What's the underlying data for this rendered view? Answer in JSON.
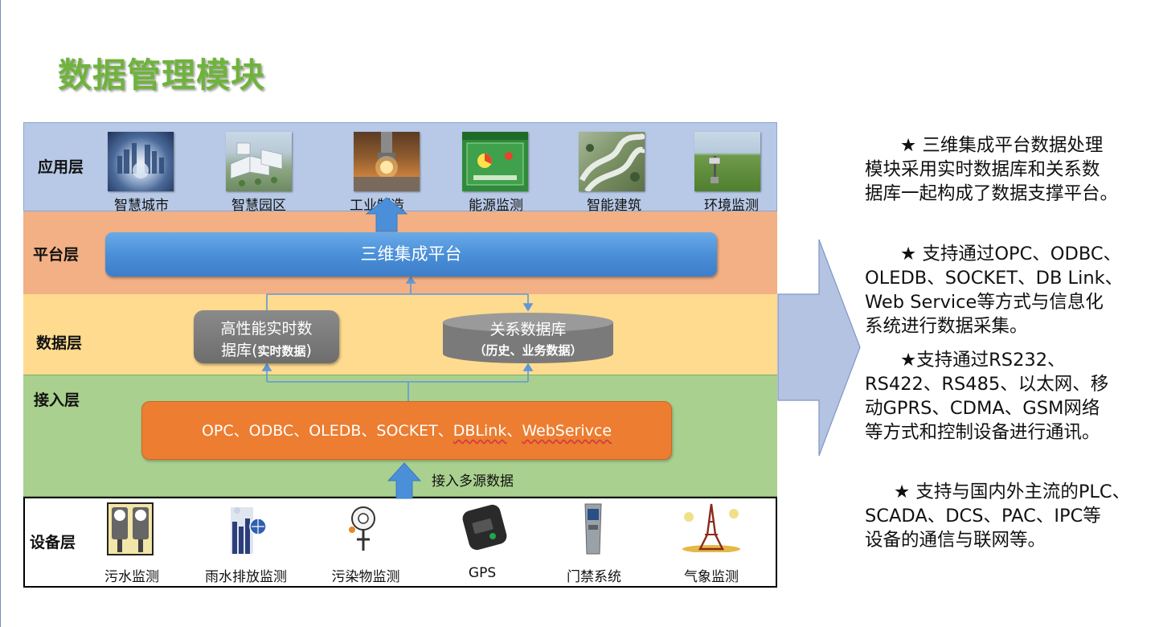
{
  "title": "数据管理模块",
  "layers": {
    "app": "应用层",
    "platform": "平台层",
    "data": "数据层",
    "access": "接入层",
    "device": "设备层"
  },
  "apps": [
    "智慧城市",
    "智慧园区",
    "工业制造",
    "能源监测",
    "智能建筑",
    "环境监测"
  ],
  "platform_bar": "三维集成平台",
  "databases": {
    "realtime_line1": "高性能实时数",
    "realtime_line2": "据库(",
    "realtime_small": "实时数据",
    "realtime_close": ")",
    "relational_line1": "关系数据库",
    "relational_line2": "（历史、业务数据）"
  },
  "access_bar": {
    "plain": "OPC、ODBC、OLEDB、SOCKET、",
    "link1": "DBLink",
    "sep": "、",
    "link2": "WebSerivce"
  },
  "access_note": "接入多源数据",
  "devices": [
    "污水监测",
    "雨水排放监测",
    "污染物监测",
    "GPS",
    "门禁系统",
    "气象监测"
  ],
  "bullets": [
    [
      "★ 三维集成平台数据处理",
      "模块采用实时数据库和关系数",
      "据库一起构成了数据支撑平台。"
    ],
    [
      "★ 支持通过OPC、ODBC、",
      "OLEDB、SOCKET、DB Link、",
      "Web Service等方式与信息化",
      "系统进行数据采集。"
    ],
    [
      "★支持通过RS232、",
      "RS422、RS485、以太网、移",
      "动GPRS、CDMA、GSM网络",
      "等方式和控制设备进行通讯。"
    ],
    [
      "★ 支持与国内外主流的PLC、",
      "SCADA、DCS、PAC、IPC等",
      "设备的通信与联网等。"
    ]
  ],
  "colors": {
    "title": "#6fb33c",
    "app_layer": "#b7c9e6",
    "platform_layer": "#f2b084",
    "data_layer": "#fedb8f",
    "access_layer": "#a9d08e",
    "platform_bar": "#4a8fd8",
    "access_bar": "#ed7d31",
    "db": "#7a7a7a",
    "big_arrow": "#b4c3e2"
  }
}
